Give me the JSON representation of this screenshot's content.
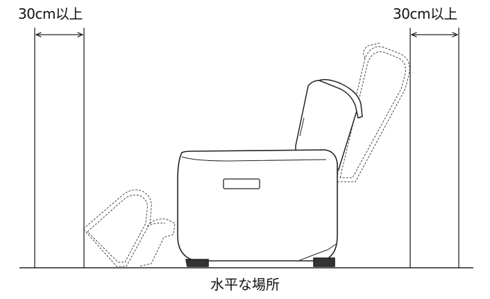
{
  "labels": {
    "clearance_left": "30cm以上",
    "clearance_right": "30cm以上",
    "floor_note": "水平な場所"
  },
  "colors": {
    "line": "#222222",
    "dashed": "#444444"
  }
}
